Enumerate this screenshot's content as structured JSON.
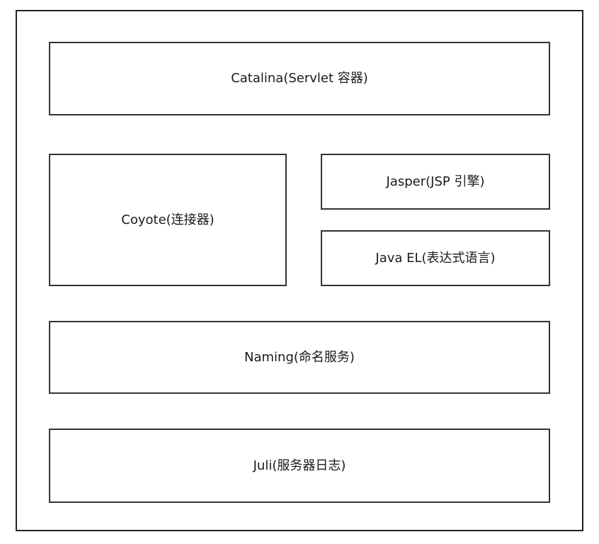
{
  "diagram": {
    "components": {
      "catalina": "Catalina(Servlet 容器)",
      "coyote": "Coyote(连接器)",
      "jasper": "Jasper(JSP 引擎)",
      "java_el": "Java EL(表达式语言)",
      "naming": "Naming(命名服务)",
      "juli": "Juli(服务器日志)"
    }
  }
}
